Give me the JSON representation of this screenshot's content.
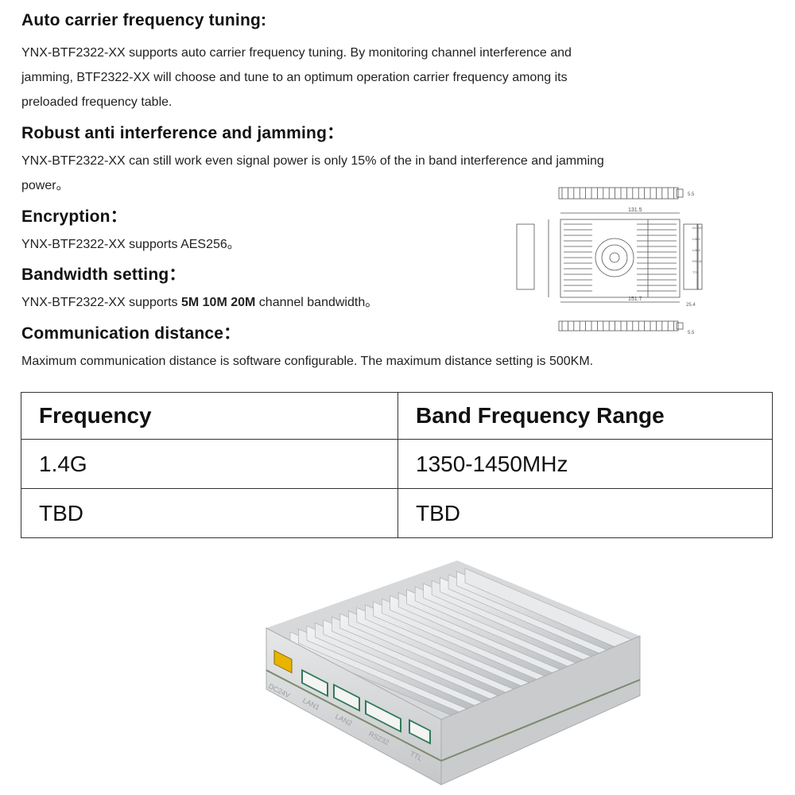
{
  "sections": [
    {
      "heading": "Auto carrier frequency tuning:",
      "lines": [
        "YNX-BTF2322-XX supports auto carrier frequency tuning. By monitoring channel interference and",
        "jamming, BTF2322-XX will choose and tune to an optimum operation carrier frequency among its",
        "preloaded frequency table."
      ]
    },
    {
      "heading": "Robust anti interference and jamming：",
      "lines": [
        "YNX-BTF2322-XX can still work even signal power is only 15% of the in band interference and jamming",
        "power。"
      ]
    },
    {
      "heading": "Encryption：",
      "lines": [
        "YNX-BTF2322-XX supports AES256。"
      ]
    },
    {
      "heading": "Bandwidth setting：",
      "line_prefix": "YNX-BTF2322-XX supports ",
      "line_bold": "5M  10M  20M",
      "line_suffix": " channel bandwidth。"
    },
    {
      "heading": "Communication distance：",
      "lines": [
        "Maximum communication distance is software configurable. The maximum distance setting is 500KM."
      ]
    }
  ],
  "drawing": {
    "dims": [
      "131.5",
      "151.7",
      "25.4",
      "5.5",
      "5.5"
    ],
    "port_labels": [
      "DC24V",
      "LAN1",
      "LAN2",
      "RS232",
      "TTL"
    ]
  },
  "table": {
    "headers": [
      "Frequency",
      "Band Frequency Range"
    ],
    "rows": [
      [
        "1.4G",
        "1350-1450MHz"
      ],
      [
        "TBD",
        "TBD"
      ]
    ]
  },
  "product": {
    "port_labels": [
      "DC24V",
      "LAN1",
      "LAN2",
      "RS232",
      "TTL"
    ]
  }
}
